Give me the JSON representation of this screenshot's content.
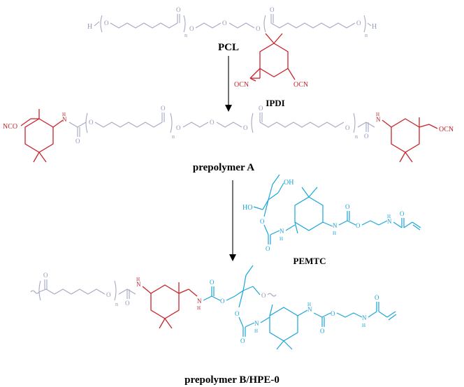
{
  "labels": {
    "pcl": "PCL",
    "ipdi": "IPDI",
    "prepolymer_a": "prepolymer A",
    "pemtc": "PEMTC",
    "prepolymer_b": "prepolymer B/HPE-0"
  },
  "atoms": {
    "h": "H",
    "o": "O",
    "n": "n",
    "nh": "N",
    "h_small": "H",
    "ocn": "OCN",
    "nco": "NCO",
    "ho": "HO",
    "oh": "OH"
  },
  "colors": {
    "pcl": "#a3a8c4",
    "ipdi": "#c8232b",
    "pemtc": "#1aa6d9",
    "arrow": "#000000"
  }
}
